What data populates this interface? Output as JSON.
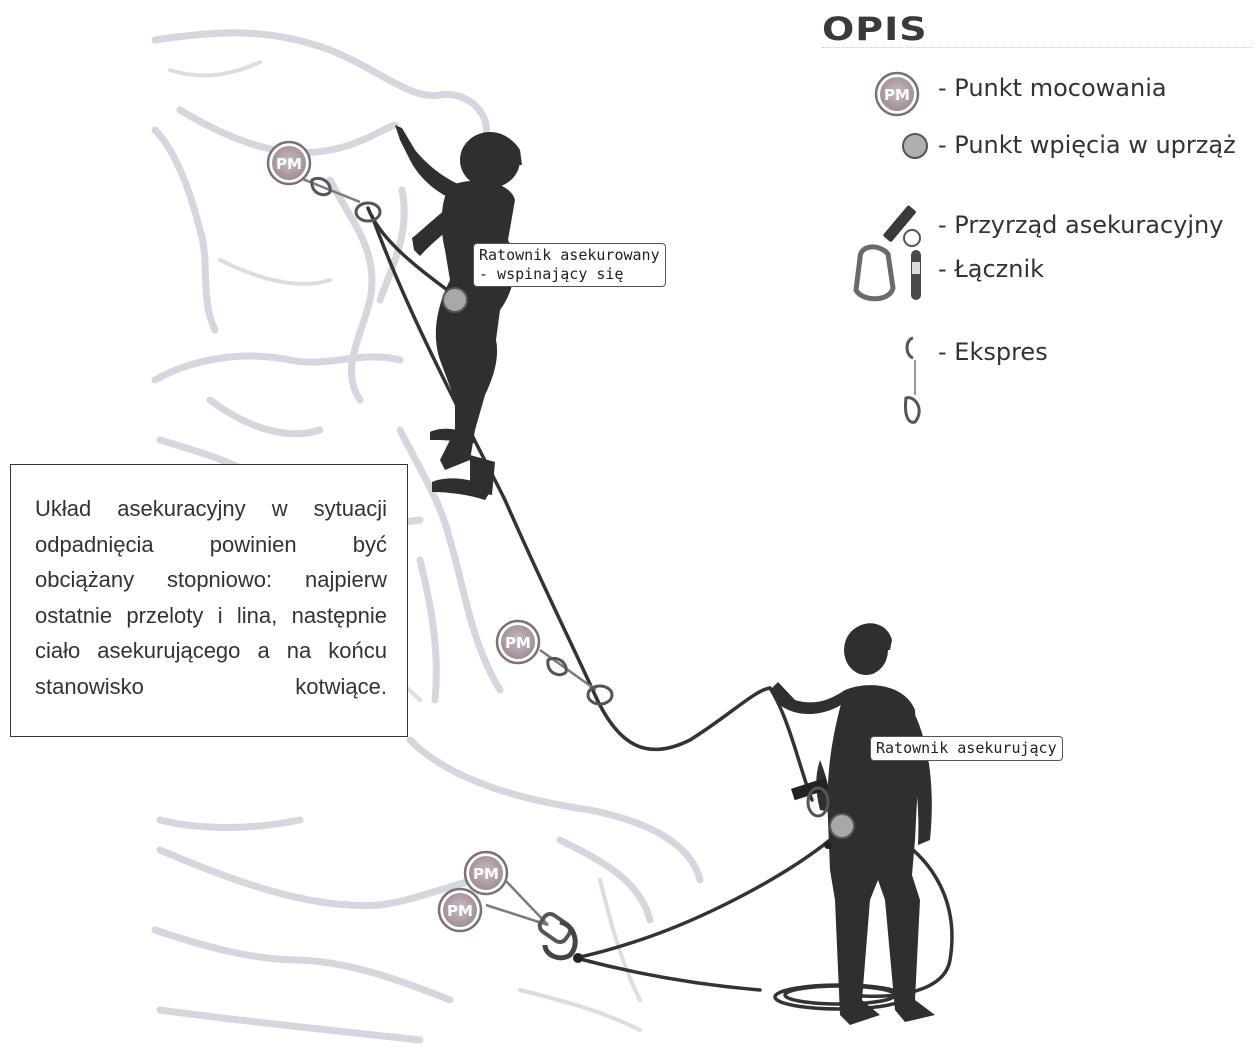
{
  "legend": {
    "title": "OPIS",
    "items": [
      {
        "icon": "anchor-point-pm-icon",
        "badge": "PM",
        "label": "- Punkt mocowania"
      },
      {
        "icon": "harness-tie-in-point-icon",
        "label": "- Punkt wpięcia w uprząż"
      },
      {
        "icon": "belay-device-icon",
        "label": "- Przyrząd asekuracyjny"
      },
      {
        "icon": "carabiner-connector-icon",
        "label": "- Łącznik"
      },
      {
        "icon": "quickdraw-icon",
        "label": "- Ekspres"
      }
    ]
  },
  "callouts": {
    "climber": {
      "line1": "Ratownik asekurowany",
      "line2": "- wspinający się"
    },
    "belayer": {
      "line1": "Ratownik asekurujący"
    }
  },
  "anchor_badge": "PM",
  "note": {
    "text": "Układ asekuracyjny w sytuacji odpadnięcia powinien być obciążany stopniowo: najpierw ostatnie przeloty i lina, następnie ciało asekurującego a na końcu stanowisko kotwiące."
  },
  "colors": {
    "silhouette": "#2f2f2f",
    "rock_outline": "#d4d4dc",
    "anchor_fill": "#b4a4ae",
    "rope": "#333333",
    "text": "#333333"
  }
}
